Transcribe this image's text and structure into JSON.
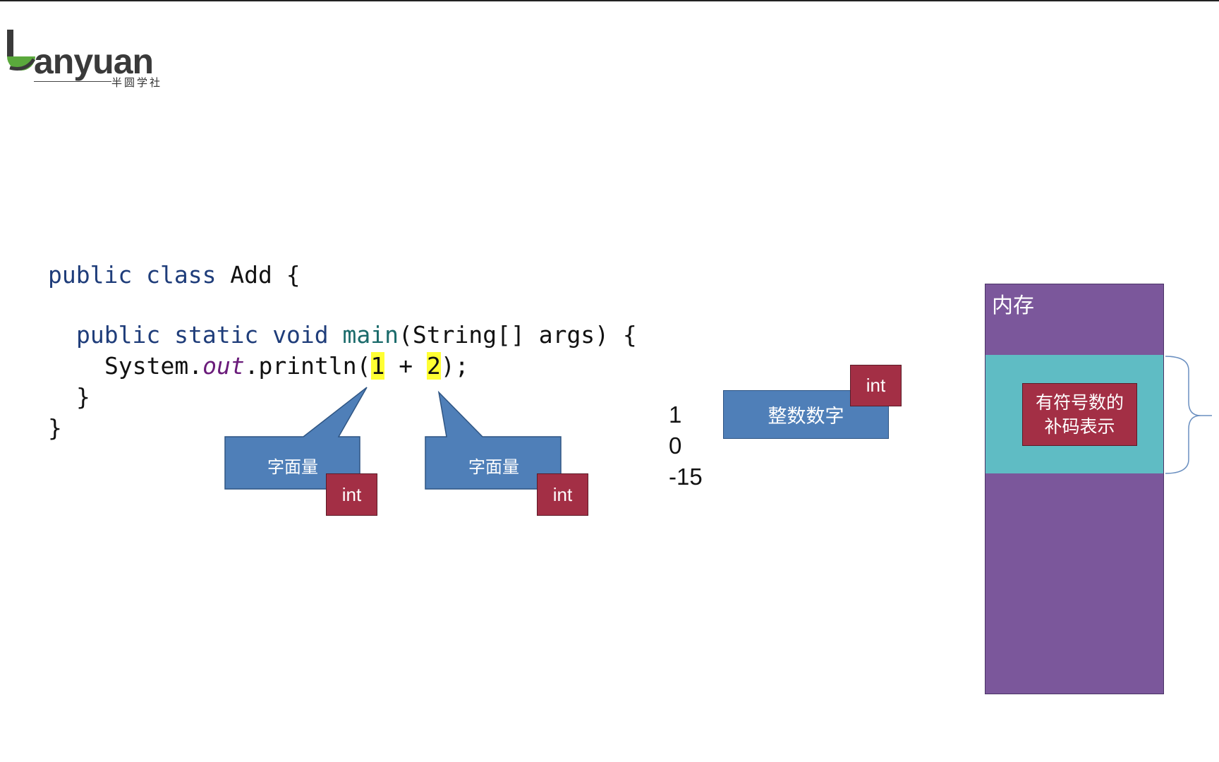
{
  "logo": {
    "text": "anyuan",
    "subtitle": "半圆学社"
  },
  "code": {
    "l1_kw1": "public",
    "l1_kw2": "class",
    "l1_rest": " Add {",
    "l2_kw1": "public",
    "l2_kw2": "static",
    "l2_kw3": "void",
    "l2_fn": "main",
    "l2_rest": "(String[] args) {",
    "l3_a": "System.",
    "l3_out": "out",
    "l3_b": ".println(",
    "l3_n1": "1",
    "l3_op": " + ",
    "l3_n2": "2",
    "l3_end": ");",
    "l4": "}",
    "l5": "}"
  },
  "callouts": [
    {
      "label": "字面量",
      "type": "int"
    },
    {
      "label": "字面量",
      "type": "int"
    }
  ],
  "examples": [
    "1",
    "0",
    "-15"
  ],
  "integer_box": {
    "label": "整数数字",
    "type": "int"
  },
  "memory": {
    "title": "内存",
    "inner_line1": "有符号数的",
    "inner_line2": "补码表示"
  },
  "colors": {
    "blue": "#4f7fb8",
    "red": "#a32f45",
    "purple": "#7b579b",
    "teal": "#5fbcc4",
    "highlight": "#ffff33"
  }
}
